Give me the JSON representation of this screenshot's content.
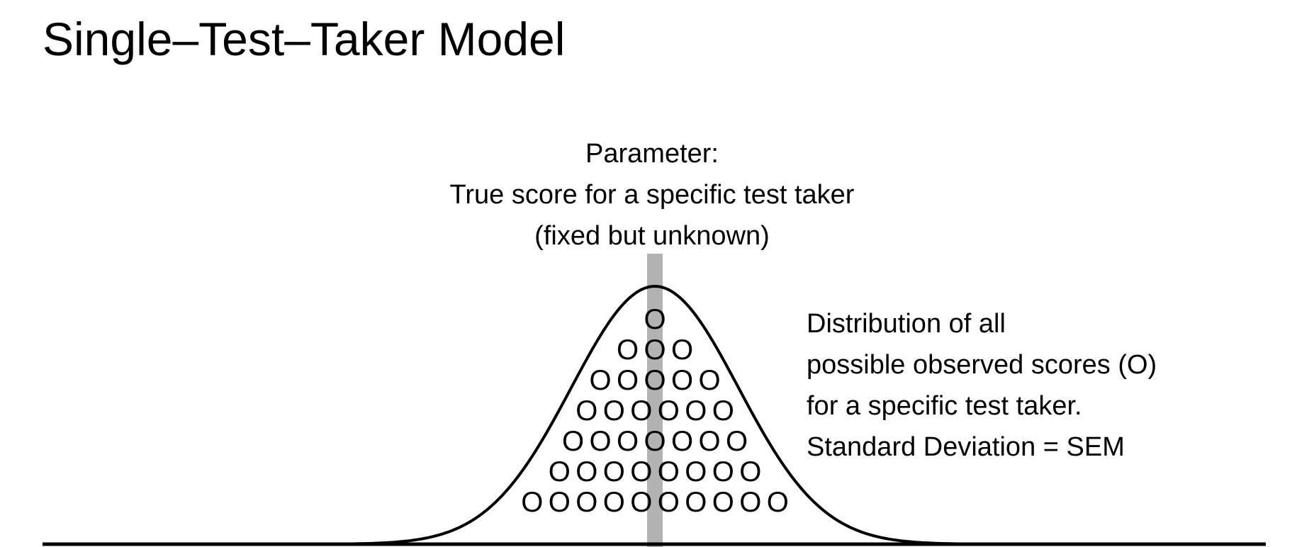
{
  "title": "Single–Test–Taker Model",
  "parameter_label": {
    "line1": "Parameter:",
    "line2": "True score for a specific test taker",
    "line3": "(fixed but unknown)"
  },
  "distribution_label": {
    "line1": "Distribution of all",
    "line2": "possible observed scores (O)",
    "line3": "for a specific test taker.",
    "line4": "Standard Deviation = SEM"
  },
  "observed_symbol": "O",
  "observed_rows": [
    1,
    3,
    5,
    6,
    7,
    8,
    10
  ],
  "colors": {
    "true_score_line": "#b3b3b3",
    "curve": "#000000",
    "axis": "#000000"
  }
}
